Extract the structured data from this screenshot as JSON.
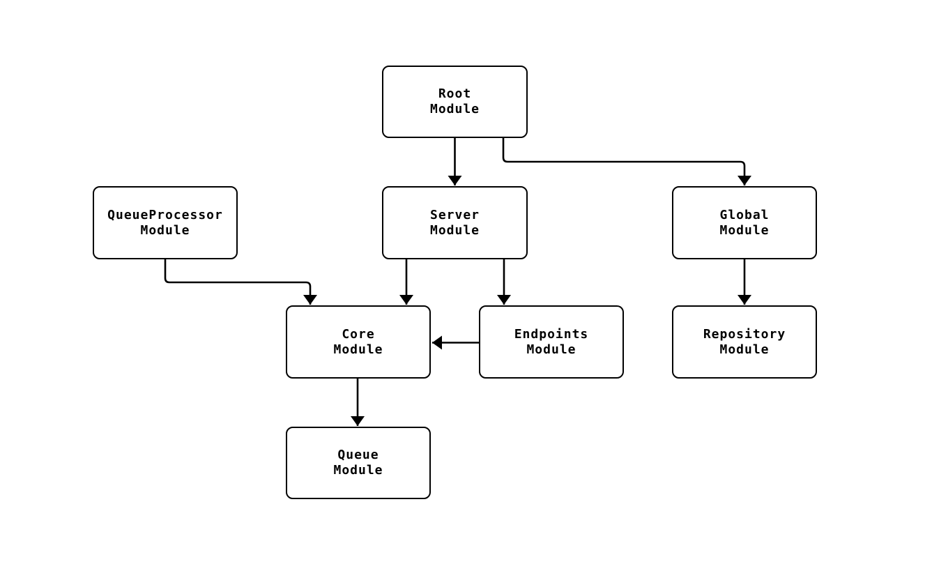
{
  "diagram": {
    "background_color": "#ffffff",
    "stroke_color": "#000000",
    "text_color": "#000000",
    "nodes": [
      {
        "id": "root",
        "line1": "Root",
        "line2": "Module"
      },
      {
        "id": "queueprocessor",
        "line1": "QueueProcessor",
        "line2": "Module"
      },
      {
        "id": "server",
        "line1": "Server",
        "line2": "Module"
      },
      {
        "id": "global",
        "line1": "Global",
        "line2": "Module"
      },
      {
        "id": "core",
        "line1": "Core",
        "line2": "Module"
      },
      {
        "id": "endpoints",
        "line1": "Endpoints",
        "line2": "Module"
      },
      {
        "id": "repository",
        "line1": "Repository",
        "line2": "Module"
      },
      {
        "id": "queue",
        "line1": "Queue",
        "line2": "Module"
      }
    ],
    "edges": [
      {
        "from": "root",
        "to": "server"
      },
      {
        "from": "root",
        "to": "global"
      },
      {
        "from": "queueprocessor",
        "to": "core"
      },
      {
        "from": "server",
        "to": "core"
      },
      {
        "from": "server",
        "to": "endpoints"
      },
      {
        "from": "global",
        "to": "repository"
      },
      {
        "from": "endpoints",
        "to": "core"
      },
      {
        "from": "core",
        "to": "queue"
      }
    ]
  }
}
